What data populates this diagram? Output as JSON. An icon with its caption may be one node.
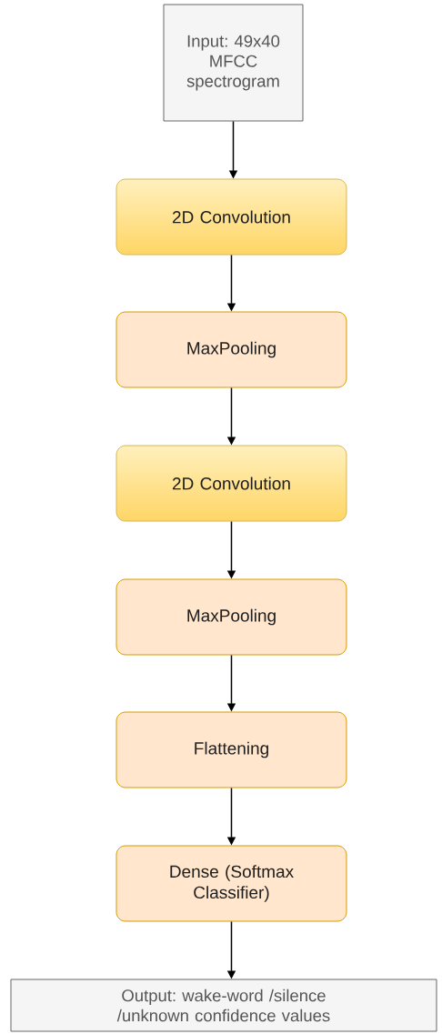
{
  "diagram": {
    "nodes": [
      {
        "text": [
          "Input: 49x40 MFCC spectrogram"
        ]
      },
      {
        "text": [
          "2D Convolution"
        ]
      },
      {
        "text": [
          "MaxPooling"
        ]
      },
      {
        "text": [
          "2D Convolution"
        ]
      },
      {
        "text": [
          "MaxPooling"
        ]
      },
      {
        "text": [
          "Flattening"
        ]
      },
      {
        "text": [
          "Dense (Softmax Classifier)"
        ]
      },
      {
        "text": [
          "Output: wake-word /silence /unknown confidence values"
        ]
      }
    ],
    "edges": [
      {
        "from": 0,
        "to": 1,
        "arrow": "to"
      },
      {
        "from": 1,
        "to": 2,
        "arrow": "to"
      },
      {
        "from": 2,
        "to": 3,
        "arrow": "to"
      },
      {
        "from": 3,
        "to": 4,
        "arrow": "to"
      },
      {
        "from": 4,
        "to": 5,
        "arrow": "to"
      },
      {
        "from": 5,
        "to": 6,
        "arrow": "to"
      },
      {
        "from": 6,
        "to": 7,
        "arrow": "to"
      }
    ]
  }
}
